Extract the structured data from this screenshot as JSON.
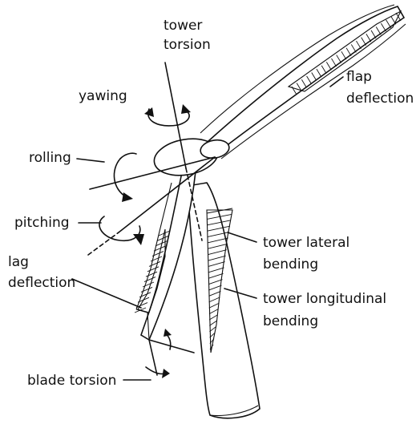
{
  "labels": {
    "tower_torsion_1": "tower",
    "tower_torsion_2": "torsion",
    "flap_1": "flap",
    "flap_2": "deflection",
    "yawing": "yawing",
    "rolling": "rolling",
    "pitching": "pitching",
    "lag_1": "lag",
    "lag_2": "deflection",
    "tower_lateral_1": "tower lateral",
    "tower_lateral_2": "bending",
    "tower_long_1": "tower longitudinal",
    "tower_long_2": "bending",
    "blade_torsion": "blade torsion"
  }
}
